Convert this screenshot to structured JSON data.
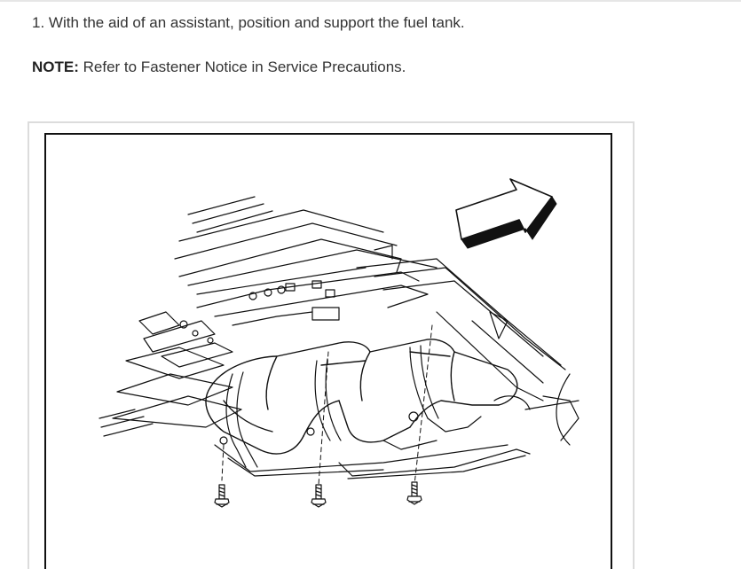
{
  "step": {
    "text": "1. With the aid of an assistant, position and support the fuel tank."
  },
  "note": {
    "label": "NOTE:",
    "text": " Refer to Fastener Notice in Service Precautions."
  },
  "figure": {
    "icon": "fuel-tank-installation-illustration",
    "arrow_icon": "direction-arrow-icon",
    "fastener_icon": "bolt-icon",
    "fastener_count": 3
  }
}
